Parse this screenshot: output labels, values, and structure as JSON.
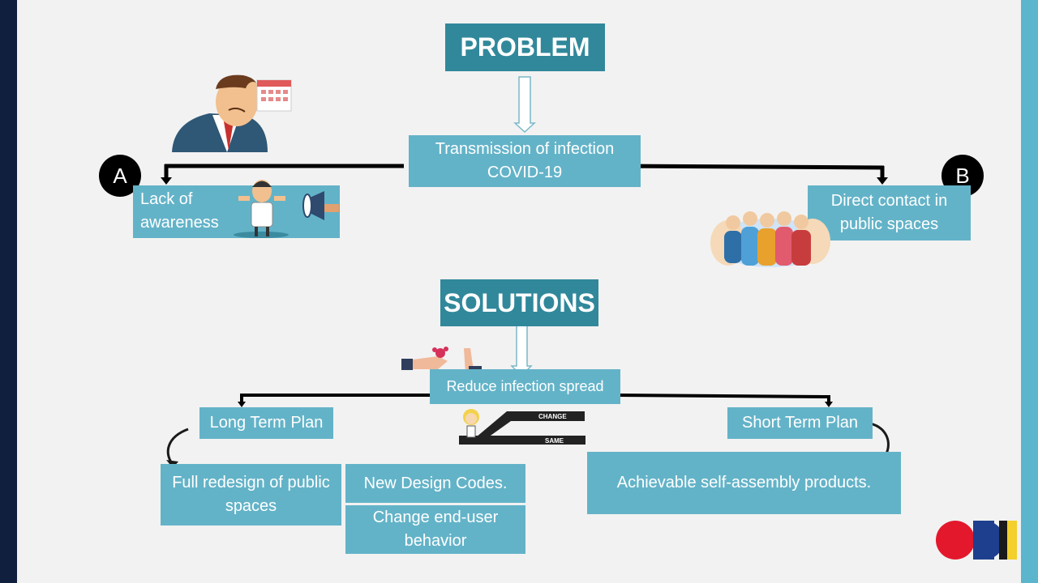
{
  "problem": {
    "heading": "PROBLEM",
    "main": "Transmission of infection COVID-19",
    "a": {
      "marker": "A",
      "text": "Lack of awareness"
    },
    "b": {
      "marker": "B",
      "text": "Direct contact in public spaces"
    }
  },
  "solutions": {
    "heading": "SOLUTIONS",
    "main": "Reduce infection spread",
    "long_term": {
      "label": "Long Term Plan",
      "items": [
        "Full redesign of public spaces",
        "New Design Codes.",
        "Change end-user behavior"
      ]
    },
    "short_term": {
      "label": "Short Term Plan",
      "items": [
        "Achievable self-assembly products."
      ]
    },
    "sign": {
      "change": "CHANGE",
      "same": "SAME"
    }
  },
  "colors": {
    "box": "#63b3c8",
    "heading": "#31889b",
    "left_bar": "#0f1f3d",
    "right_bar": "#5bb5cc"
  },
  "icons": [
    "stressed-man-icon",
    "calendar-icon",
    "megaphone-icon",
    "crowd-icon",
    "handshake-refusal-icon",
    "change-same-road-icon",
    "odi-logo"
  ]
}
